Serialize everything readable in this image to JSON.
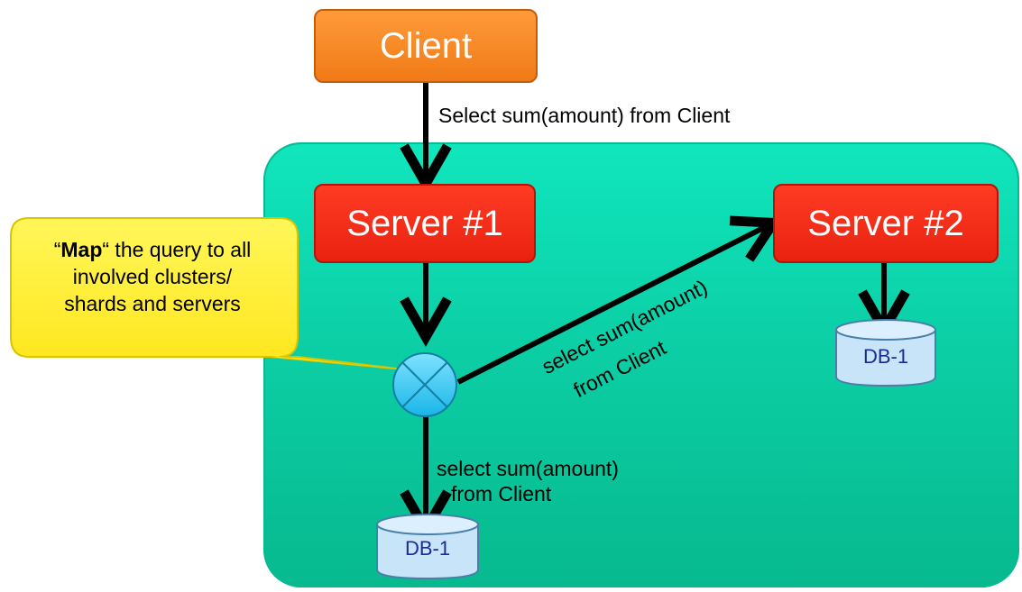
{
  "nodes": {
    "client": "Client",
    "server1": "Server #1",
    "server2": "Server #2",
    "db_bottom": "DB-1",
    "db_right": "DB-1"
  },
  "edges": {
    "client_to_server1": "Select sum(amount) from Client",
    "map_to_server2_line1": "select sum(amount)",
    "map_to_server2_line2": "from Client",
    "map_to_db_line1": "select sum(amount)",
    "map_to_db_line2": "from Client"
  },
  "callout": {
    "quote_open": "“",
    "bold": "Map",
    "rest_line1": "“ the query to all",
    "line2": "involved clusters/",
    "line3": "shards and servers"
  },
  "colors": {
    "cluster": "#0ccfa6",
    "client": "#f07a16",
    "server": "#e8220f",
    "callout": "#ffee22",
    "map_node": "#22c4ee",
    "db": "#c8e4f8"
  },
  "icons": {
    "map_node": "circle-cross-icon"
  }
}
